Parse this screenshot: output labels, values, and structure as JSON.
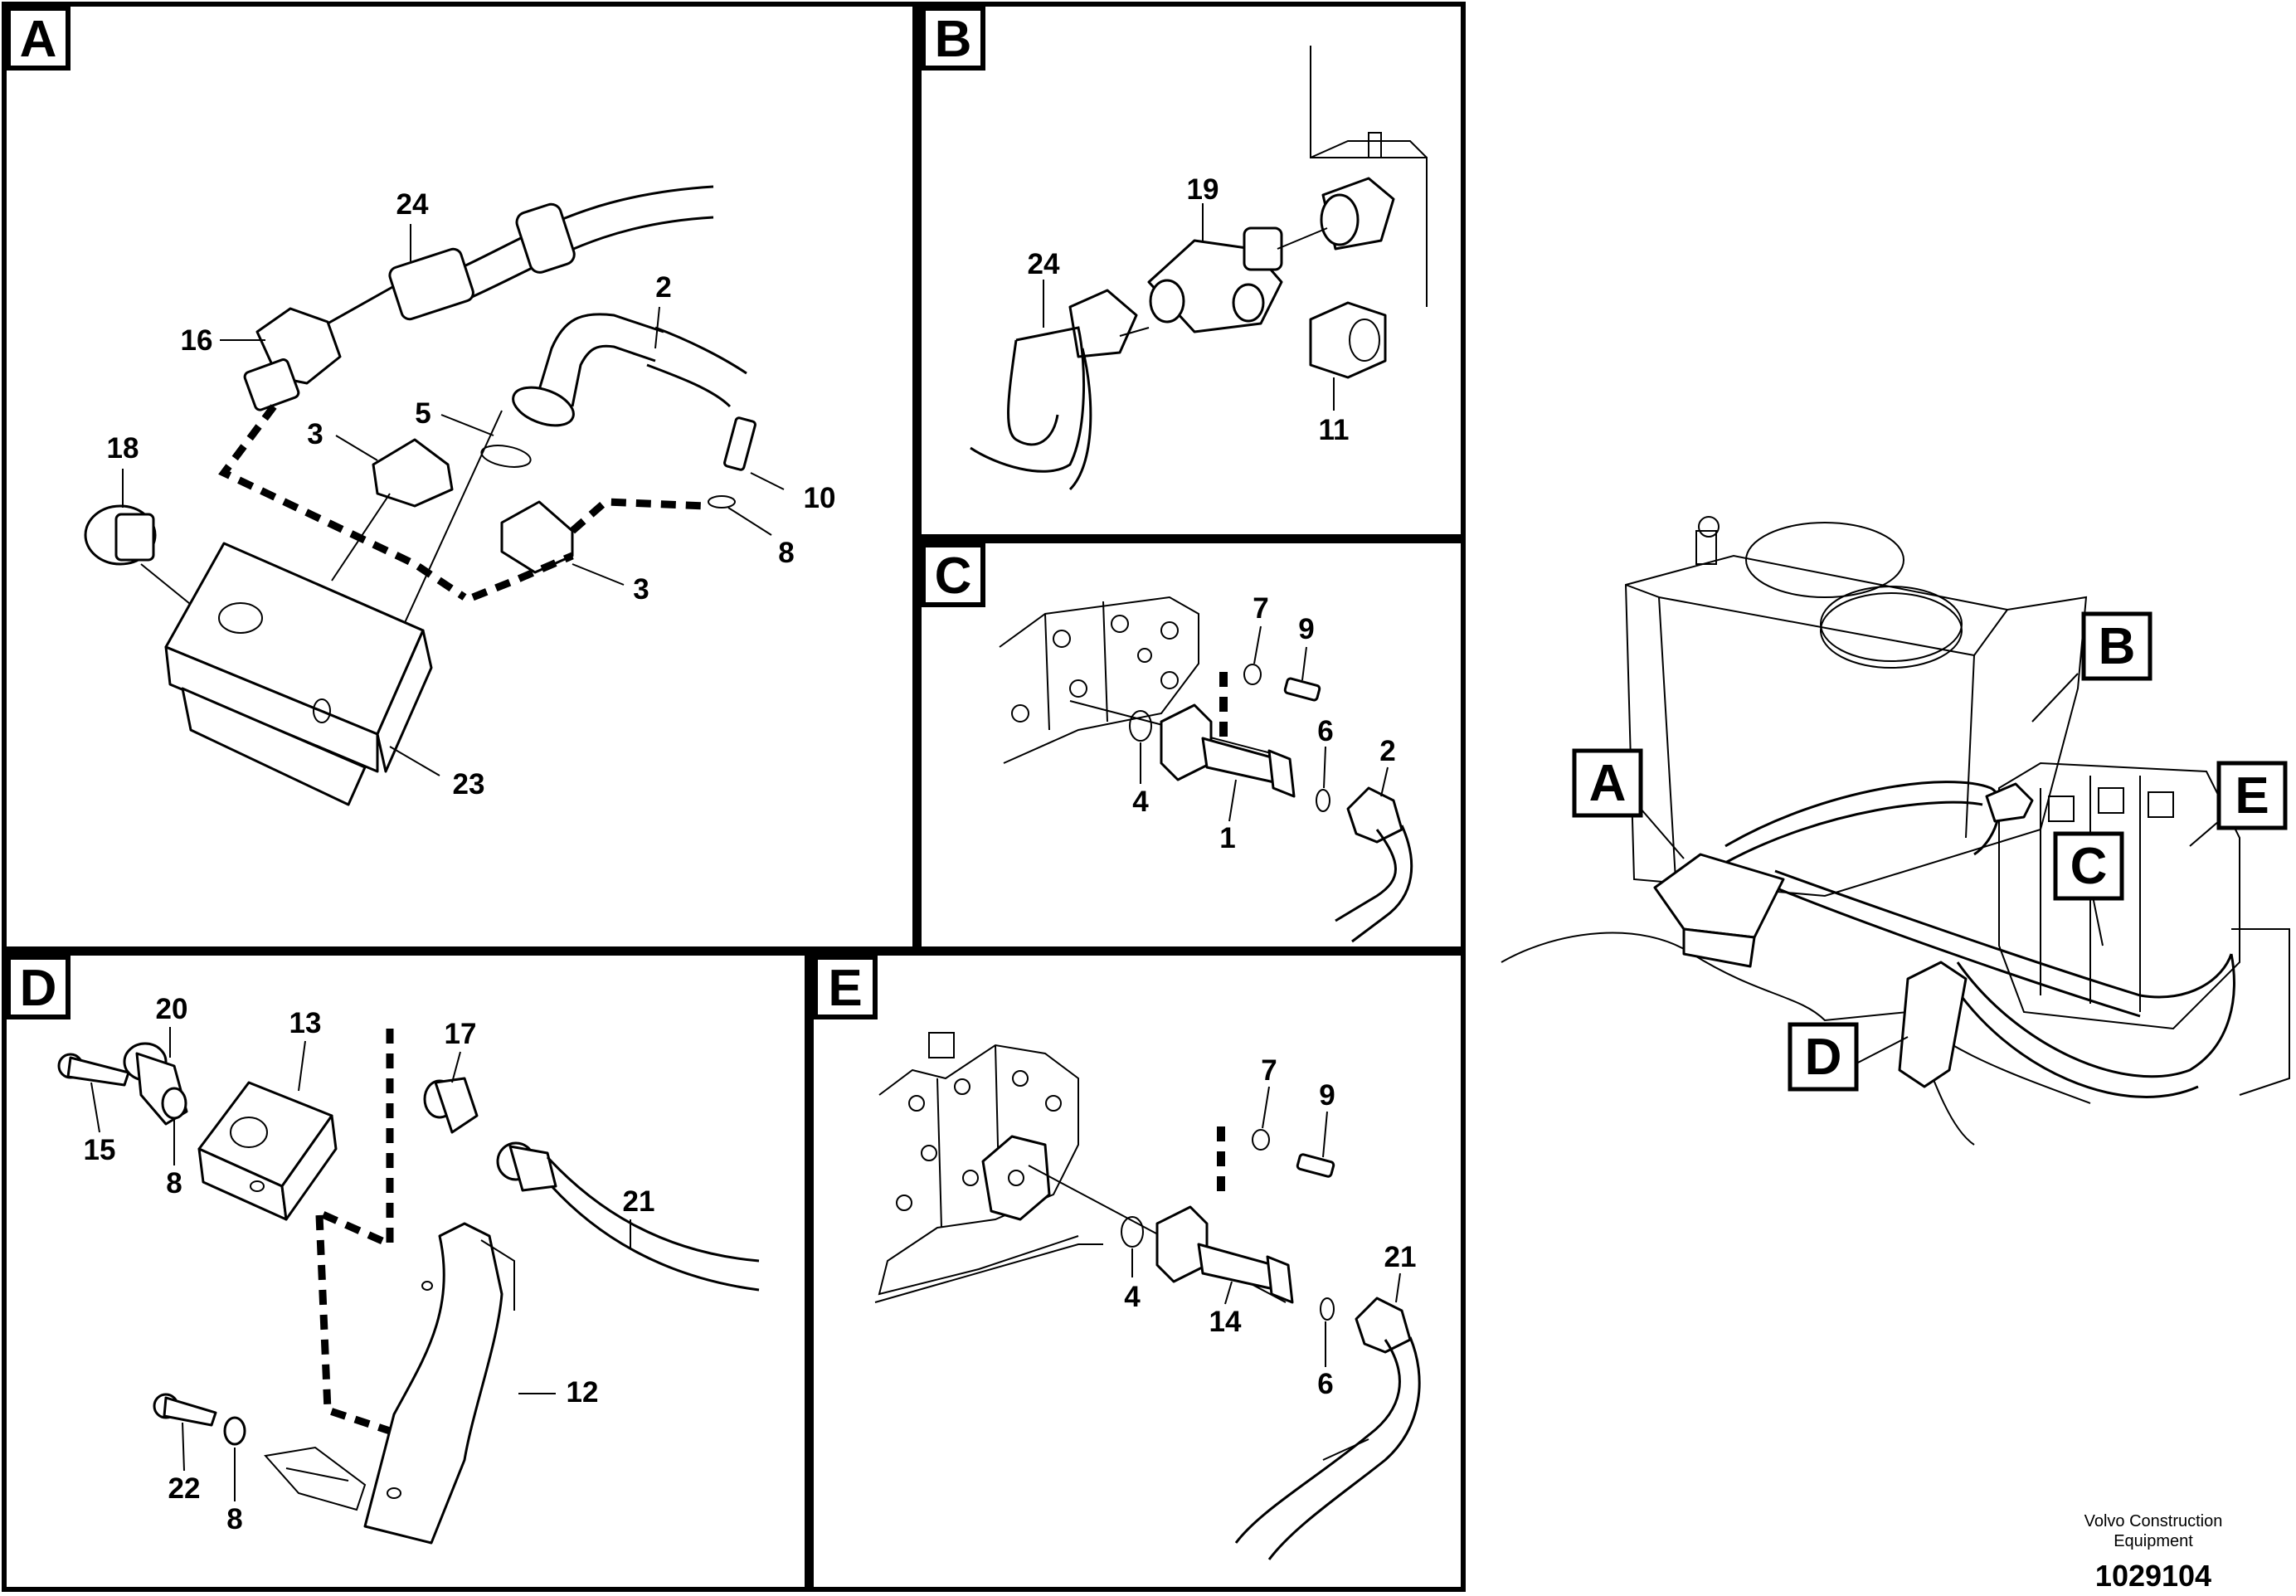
{
  "panels": {
    "A": {
      "letter": "A",
      "callouts": {
        "c24": "24",
        "c16": "16",
        "c2": "2",
        "c18": "18",
        "c3a": "3",
        "c5": "5",
        "c10": "10",
        "c8": "8",
        "c3b": "3",
        "c23": "23"
      }
    },
    "B": {
      "letter": "B",
      "callouts": {
        "c19": "19",
        "c24": "24",
        "c11": "11"
      }
    },
    "C": {
      "letter": "C",
      "callouts": {
        "c7": "7",
        "c9": "9",
        "c6": "6",
        "c2": "2",
        "c4": "4",
        "c1": "1"
      }
    },
    "D": {
      "letter": "D",
      "callouts": {
        "c20": "20",
        "c13": "13",
        "c17": "17",
        "c15": "15",
        "c8a": "8",
        "c21": "21",
        "c12": "12",
        "c22": "22",
        "c8b": "8"
      }
    },
    "E": {
      "letter": "E",
      "callouts": {
        "c7": "7",
        "c9": "9",
        "c4": "4",
        "c14": "14",
        "c21": "21",
        "c6": "6"
      }
    }
  },
  "overview": {
    "labels": {
      "A": "A",
      "B": "B",
      "C": "C",
      "D": "D",
      "E": "E"
    }
  },
  "footer": {
    "credit_line1": "Volvo Construction",
    "credit_line2": "Equipment",
    "doc_number": "1029104"
  }
}
